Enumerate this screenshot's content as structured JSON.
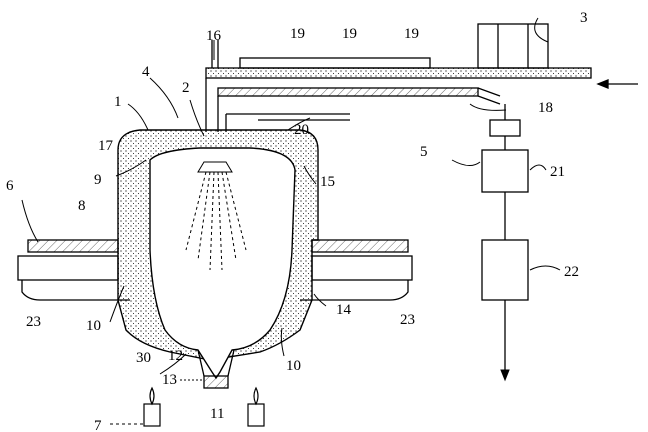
{
  "labels": {
    "l1": "1",
    "l2": "2",
    "l3": "3",
    "l4": "4",
    "l5": "5",
    "l6": "6",
    "l7": "7",
    "l8": "8",
    "l9": "9",
    "l10a": "10",
    "l10b": "10",
    "l11": "11",
    "l12": "12",
    "l13": "13",
    "l14": "14",
    "l15": "15",
    "l16": "16",
    "l17": "17",
    "l18": "18",
    "l19a": "19",
    "l19b": "19",
    "l19c": "19",
    "l20": "20",
    "l21": "21",
    "l22": "22",
    "l23a": "23",
    "l23b": "23",
    "l30": "30"
  }
}
